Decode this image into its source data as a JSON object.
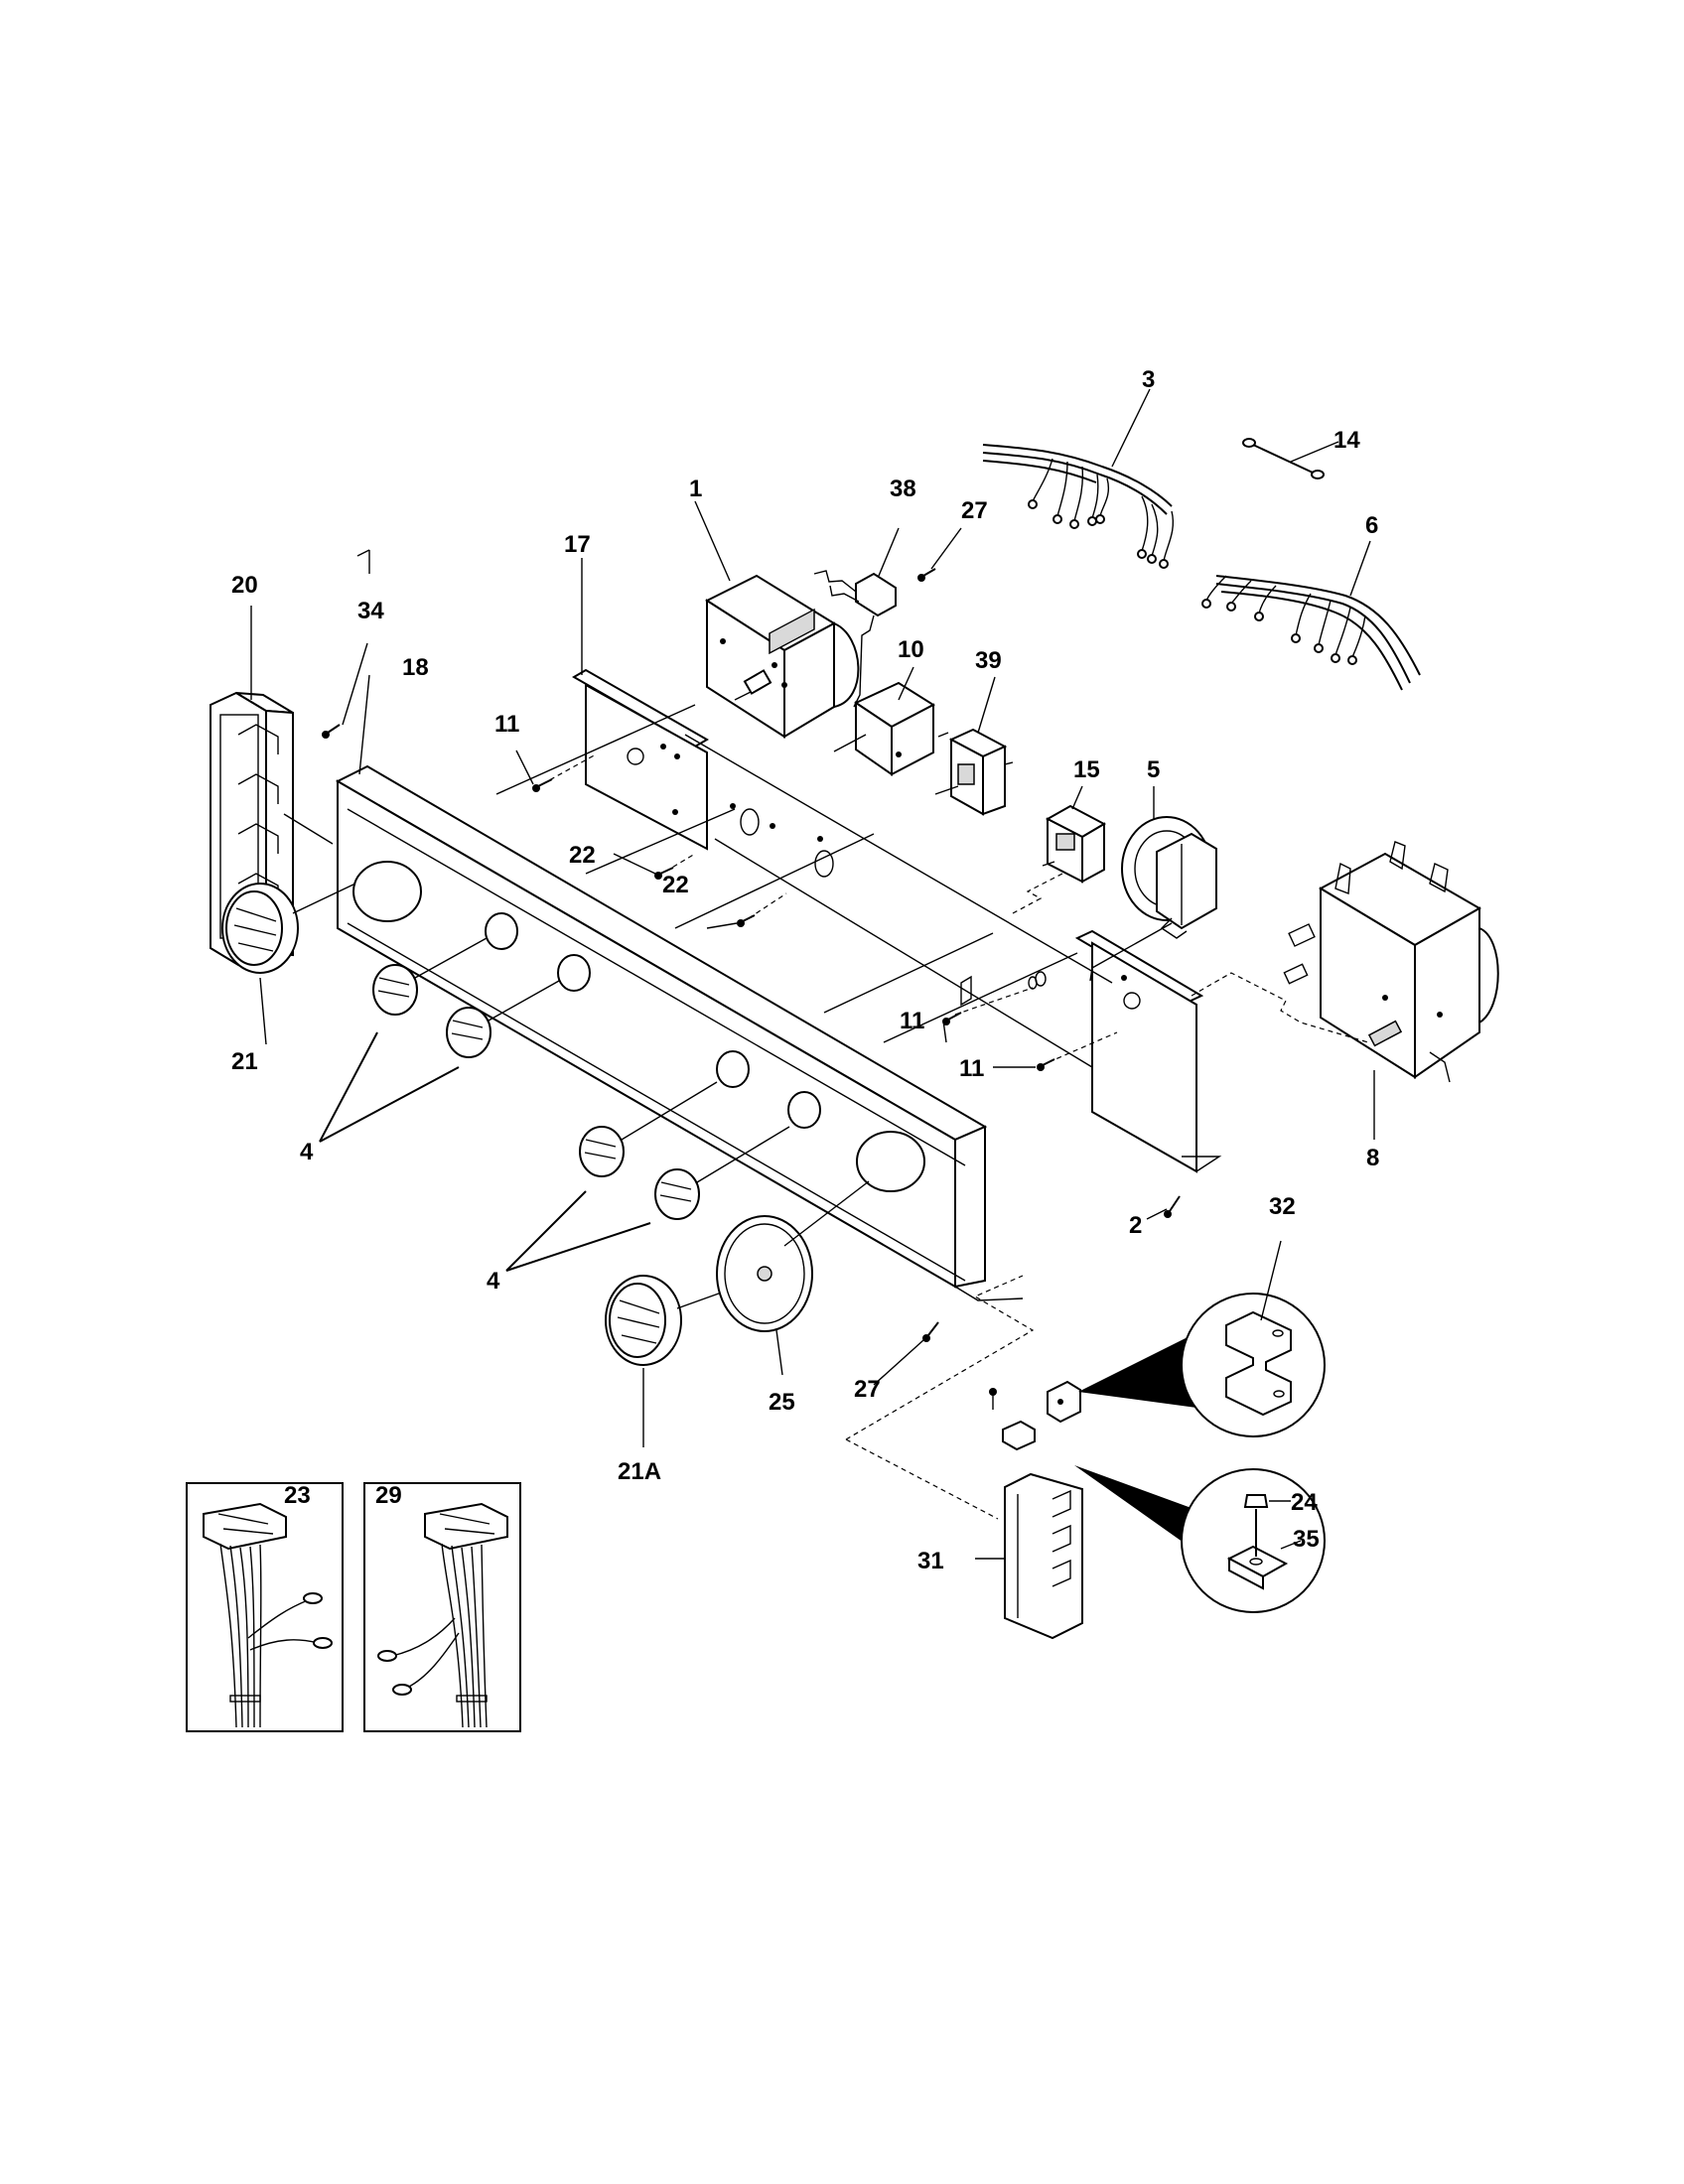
{
  "labels": {
    "p1": "1",
    "p2": "2",
    "p3": "3",
    "p4a": "4",
    "p4b": "4",
    "p5": "5",
    "p6": "6",
    "p8": "8",
    "p10": "10",
    "p11a": "11",
    "p11b": "11",
    "p11c": "11",
    "p14": "14",
    "p15": "15",
    "p17": "17",
    "p18": "18",
    "p20": "20",
    "p21": "21",
    "p21A": "21A",
    "p22a": "22",
    "p22b": "22",
    "p23": "23",
    "p24": "24",
    "p25": "25",
    "p27a": "27",
    "p27b": "27",
    "p29": "29",
    "p31": "31",
    "p32": "32",
    "p34": "34",
    "p35": "35",
    "p38": "38",
    "p39": "39"
  }
}
